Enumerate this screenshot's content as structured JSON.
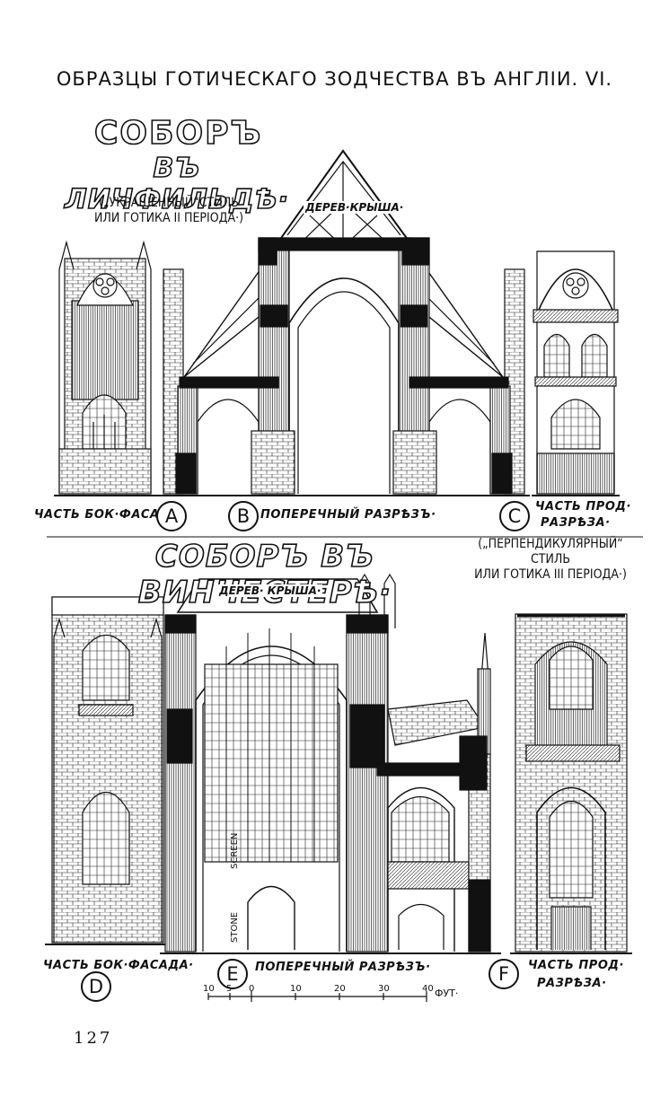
{
  "page": {
    "title": "ОБРАЗЦЫ ГОТИЧЕСКАГО ЗОДЧЕСТВА ВЪ АНГЛIИ. VI.",
    "page_number": "127"
  },
  "lichfield": {
    "title_line1": "СОБОРЪ",
    "title_line2": "ВЪ ЛИЧФИЛЬДѢ·",
    "style_line1": "(„УКРАШЕННЫЙ“СТИЛЬ",
    "style_line2": "ИЛИ ГОТИКА II ПЕРIОДА·)",
    "roof_label": "ДЕРЕВ·КРЫША·",
    "caption_a": "ЧАСТЬ БОК·ФАСАДА·",
    "letter_a": "A",
    "caption_b": "ПОПЕРЕЧНЫЙ РАЗРѢЗЪ·",
    "letter_b": "B",
    "caption_c1": "ЧАСТЬ ПРОД·",
    "caption_c2": "РАЗРѢЗА·",
    "letter_c": "C"
  },
  "winchester": {
    "title": "СОБОРЪ ВЪ ВИНЧЕСТЕРѢ·",
    "style_line1": "(„ПЕРПЕНДИКУЛЯРНЫЙ“",
    "style_line2": "СТИЛЬ",
    "style_line3": "ИЛИ ГОТИКА III ПЕРIОДА·)",
    "roof_label": "ДЕРЕВ· КРЫША·",
    "caption_d": "ЧАСТЬ БОК·ФАСАДА·",
    "letter_d": "D",
    "caption_e": "ПОПЕРЕЧНЫЙ РАЗРѢЗЪ·",
    "letter_e": "E",
    "caption_f1": "ЧАСТЬ ПРОД·",
    "caption_f2": "РАЗРѢЗА·",
    "letter_f": "F",
    "screen_label1": "SCREEN",
    "screen_label2": "STONE"
  },
  "scale": {
    "ticks": [
      "10",
      "5",
      "0",
      "10",
      "20",
      "30",
      "40"
    ],
    "unit": "ФУТ·"
  }
}
